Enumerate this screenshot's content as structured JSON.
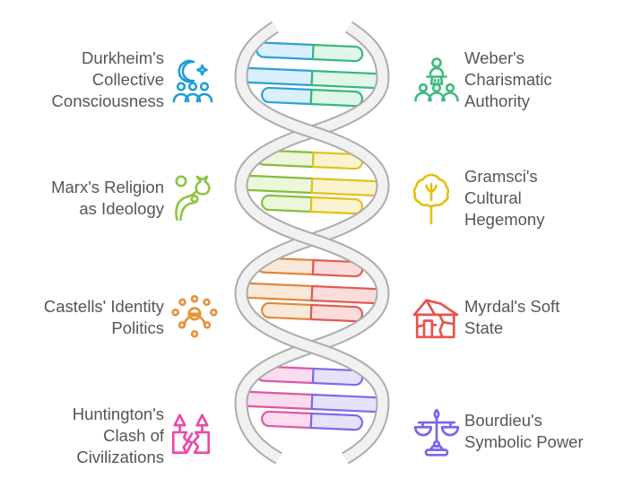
{
  "text_color": "#54565A",
  "labels": {
    "left": [
      {
        "label": "Durkheim's\nCollective\nConsciousness"
      },
      {
        "label": "Marx's Religion\nas Ideology"
      },
      {
        "label": "Castells' Identity\nPolitics"
      },
      {
        "label": "Huntington's\nClash of\nCivilizations"
      }
    ],
    "right": [
      {
        "label": "Weber's\nCharismatic\nAuthority"
      },
      {
        "label": "Gramsci's\nCultural\nHegemony"
      },
      {
        "label": "Myrdal's Soft\nState"
      },
      {
        "label": "Bourdieu's\nSymbolic Power"
      }
    ]
  },
  "icons": {
    "durkheim": {
      "name": "crescent-moon-star-people-icon",
      "color": "#1F9CD6"
    },
    "weber": {
      "name": "leader-podium-crowd-icon",
      "color": "#3DBA7E"
    },
    "marx": {
      "name": "person-money-bag-icon",
      "color": "#8CC63E"
    },
    "gramsci": {
      "name": "tree-icon",
      "color": "#E3C00F"
    },
    "castells": {
      "name": "person-network-dots-icon",
      "color": "#E8913A"
    },
    "myrdal": {
      "name": "cracked-house-icon",
      "color": "#E8534E"
    },
    "huntington": {
      "name": "clashing-candles-lightning-icon",
      "color": "#EA4BA8"
    },
    "bourdieu": {
      "name": "balance-scales-icon",
      "color": "#7C63F0"
    }
  },
  "helix": {
    "strand": {
      "stroke": "#ACACAC",
      "fill": "#F1F1F1"
    },
    "sections": [
      {
        "left": {
          "stroke": "#2D9FD8",
          "fill": "#D9EFFB"
        },
        "right": {
          "stroke": "#35B87C",
          "fill": "#DFF6E9"
        }
      },
      {
        "left": {
          "stroke": "#85BD3C",
          "fill": "#ECF6DA"
        },
        "right": {
          "stroke": "#E2C119",
          "fill": "#FAF3CF"
        }
      },
      {
        "left": {
          "stroke": "#E0883D",
          "fill": "#FAE9D9"
        },
        "right": {
          "stroke": "#E25A55",
          "fill": "#FADDDB"
        }
      },
      {
        "left": {
          "stroke": "#E055A5",
          "fill": "#FADCEE"
        },
        "right": {
          "stroke": "#7A6BE8",
          "fill": "#E6E2FB"
        }
      }
    ]
  }
}
